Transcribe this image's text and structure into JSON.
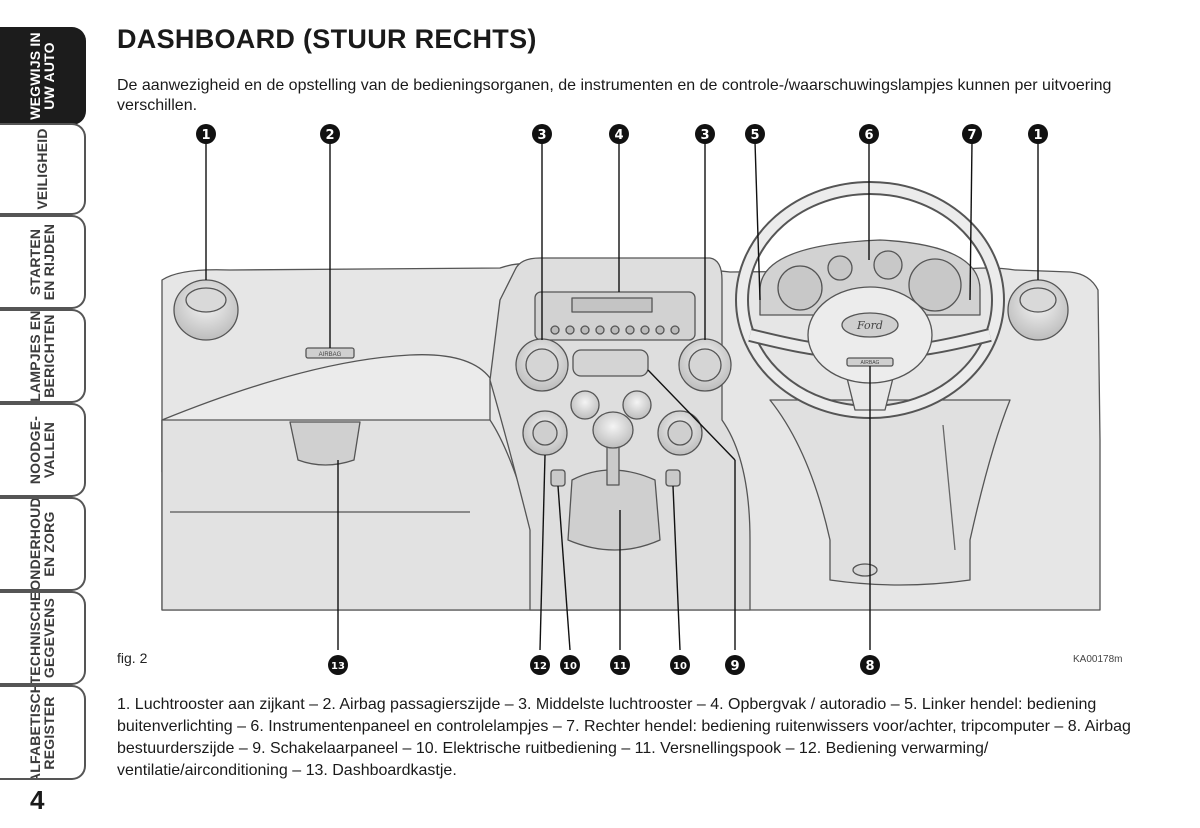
{
  "sidebar": {
    "tabs": [
      {
        "label": "WEGWIJS IN\nUW AUTO",
        "active": true
      },
      {
        "label": "VEILIGHEID"
      },
      {
        "label": "STARTEN\nEN RIJDEN"
      },
      {
        "label": "LAMPJES EN\nBERICHTEN"
      },
      {
        "label": "NOODGE-\nVALLEN"
      },
      {
        "label": "ONDERHOUD\nEN ZORG"
      },
      {
        "label": "TECHNISCHE\nGEGEVENS"
      },
      {
        "label": "ALFABETISCH\nREGISTER"
      }
    ]
  },
  "page_number": "4",
  "title": "DASHBOARD (STUUR RECHTS)",
  "intro": "De aanwezigheid en de opstelling van de bedieningsorganen, de instrumenten en de controle-/waarschuwingslampjes kunnen per uitvoering verschillen.",
  "figure": {
    "label": "fig. 2",
    "code": "KA00178m",
    "airbag_text": "AIRBAG",
    "brand_text": "Ford",
    "callouts_top": [
      "1",
      "2",
      "3",
      "4",
      "3",
      "5",
      "6",
      "7",
      "1"
    ],
    "callouts_bottom": [
      "13",
      "12",
      "10",
      "11",
      "10",
      "9",
      "8"
    ]
  },
  "caption": "1. Luchtrooster aan zijkant – 2. Airbag passagierszijde – 3. Middelste luchtrooster – 4. Opbergvak / autoradio – 5. Linker hendel: bediening buitenverlichting – 6. Instrumentenpaneel en controlelampjes – 7. Rechter hendel: bediening ruitenwissers voor/achter, tripcomputer – 8. Airbag bestuurderszijde – 9. Schakelaarpaneel – 10. Elektrische ruitbediening – 11. Versnellingspook – 12. Bediening verwarming/ ventilatie/airconditioning – 13. Dashboardkastje."
}
